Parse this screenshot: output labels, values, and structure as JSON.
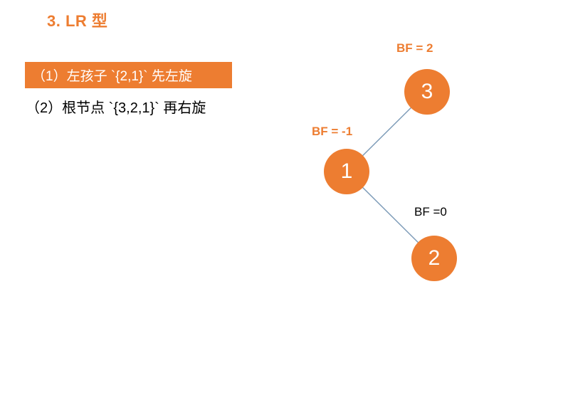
{
  "colors": {
    "accent": "#ED7D31",
    "edge": "#7F9DB9",
    "node_fill": "#ED7D31",
    "node_text": "#FFFFFF"
  },
  "title": "3. LR 型",
  "steps": {
    "step1": "（1）左孩子 `{2,1}` 先左旋",
    "step2": "（2）根节点 `{3,2,1}` 再右旋"
  },
  "tree": {
    "nodes": [
      {
        "value": "3",
        "bf": "BF = 2",
        "bf_style": "accent"
      },
      {
        "value": "1",
        "bf": "BF = -1",
        "bf_style": "accent"
      },
      {
        "value": "2",
        "bf": "BF =0",
        "bf_style": "plain"
      }
    ],
    "edges": [
      {
        "from": "3",
        "to": "1"
      },
      {
        "from": "1",
        "to": "2"
      }
    ]
  }
}
